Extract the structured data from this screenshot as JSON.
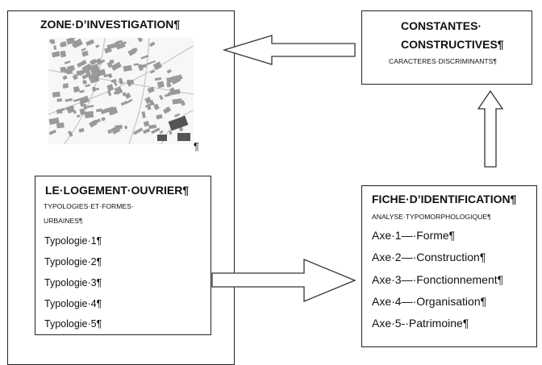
{
  "zone": {
    "title": "ZONE·D’INVESTIGATION¶",
    "pilcrow": "¶"
  },
  "constantes": {
    "title_line1": "CONSTANTES·",
    "title_line2": "CONSTRUCTIVES¶",
    "subtitle": "CARACTERES·DISCRIMINANTS¶"
  },
  "logement": {
    "title": "LE·LOGEMENT·OUVRIER¶",
    "subtitle_line1": "TYPOLOGIES·ET·FORMES·",
    "subtitle_line2": "URBAINES¶",
    "typologies": [
      "Typologie·1¶",
      "Typologie·2¶",
      "Typologie·3¶",
      "Typologie·4¶",
      "Typologie·5¶"
    ]
  },
  "fiche": {
    "title": "FICHE·D’IDENTIFICATION¶",
    "subtitle": "ANALYSE·TYPOMORPHOLOGIQUE¶",
    "axes": [
      "Axe·1—·Forme¶",
      "Axe·2—·Construction¶",
      "Axe·3—·Fonctionnement¶",
      "Axe·4—·Organisation¶",
      "Axe·5-·Patrimoine¶"
    ]
  }
}
